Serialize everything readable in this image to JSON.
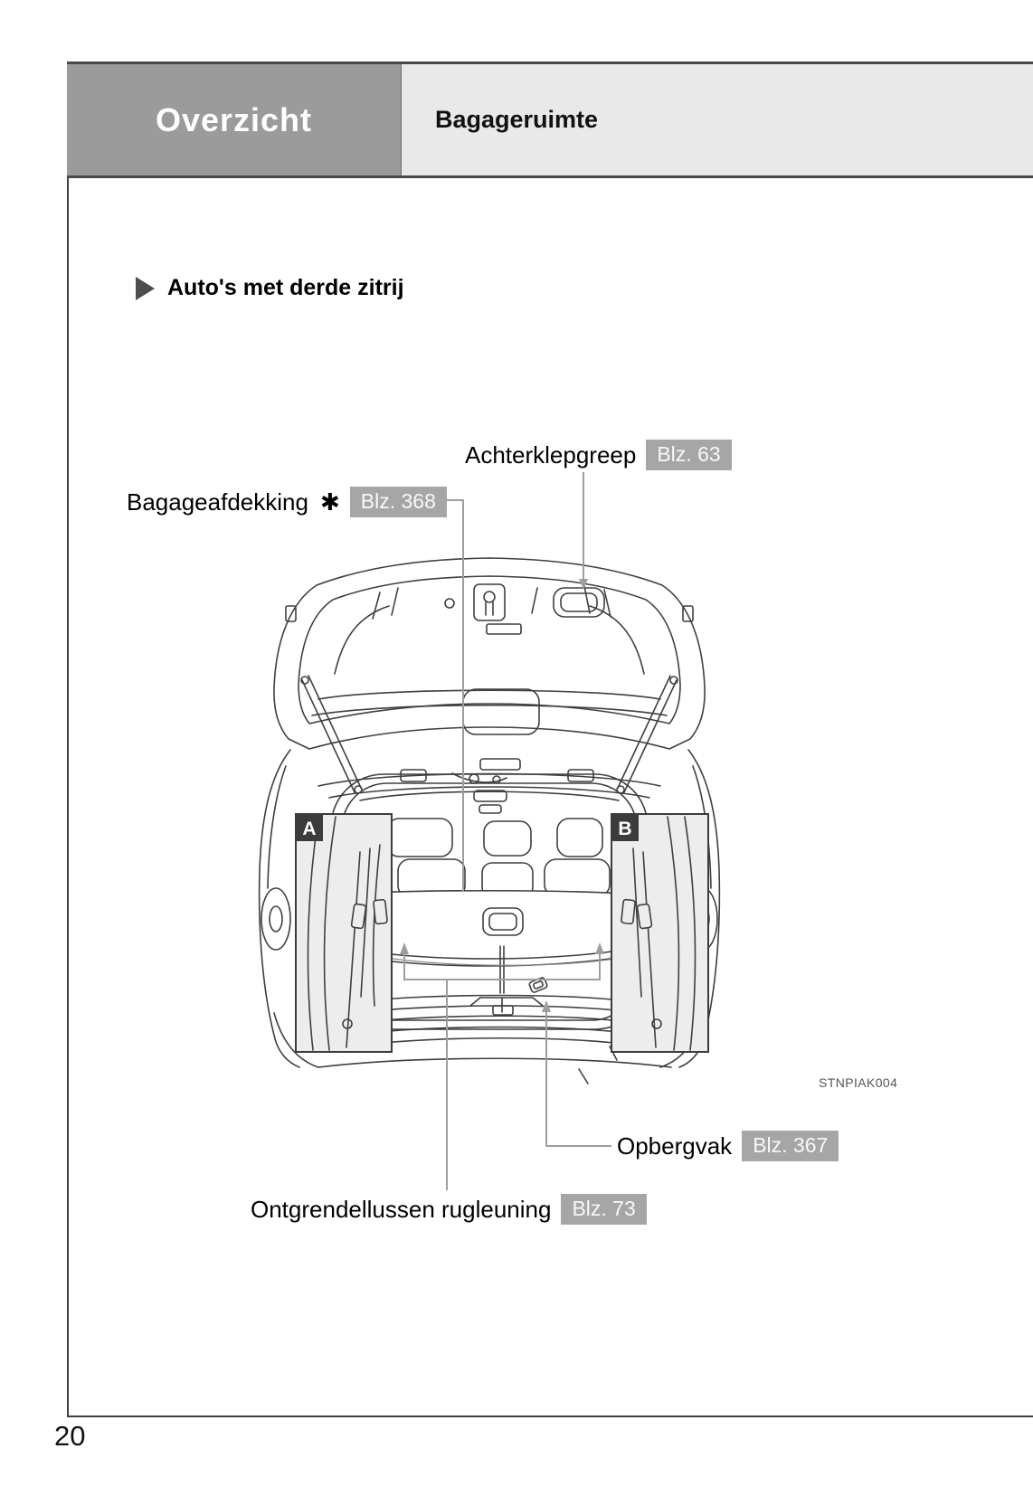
{
  "header": {
    "section_label": "Overzicht",
    "title": "Bagageruimte"
  },
  "variant_heading": {
    "marker_icon": "right-triangle",
    "text": "Auto's met derde zitrij"
  },
  "figure": {
    "code": "STNPIAK004",
    "description": "Rear view of vehicle with open tailgate showing luggage compartment",
    "markers": [
      {
        "label": "A"
      },
      {
        "label": "B"
      }
    ]
  },
  "callouts": [
    {
      "label": "Achterklepgreep",
      "page_ref": "Blz. 63"
    },
    {
      "label": "Bagageafdekking",
      "footnote_symbol": "✱",
      "page_ref": "Blz. 368"
    },
    {
      "label": "Opbergvak",
      "page_ref": "Blz. 367"
    },
    {
      "label": "Ontgrendellussen rugleuning",
      "page_ref": "Blz. 73"
    }
  ],
  "footer": {
    "page_number": "20"
  },
  "colors": {
    "section_tab_bg": "#9b9b9b",
    "header_band_bg": "#e9e9e9",
    "badge_bg": "#a6a6a6",
    "drawing_line": "#3f3f3f",
    "leader_line": "#9e9e9e",
    "marker_box_bg": "#3c3c3c"
  }
}
